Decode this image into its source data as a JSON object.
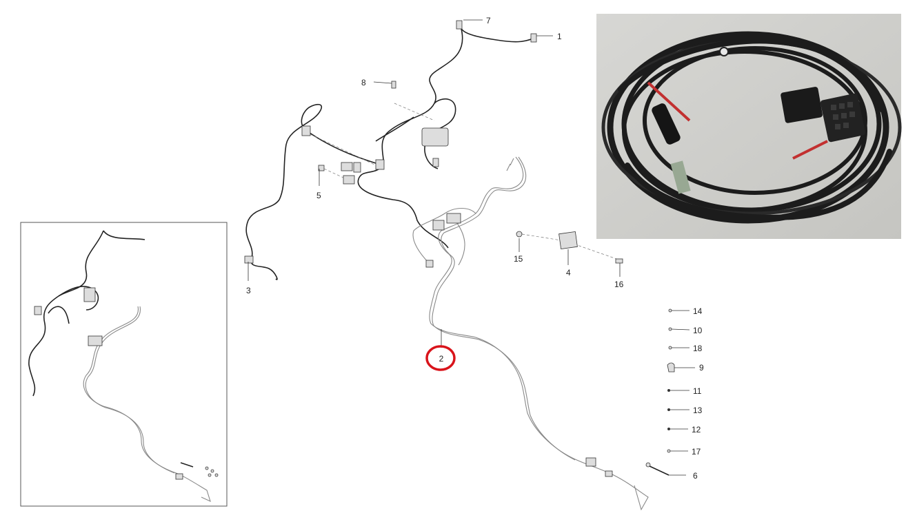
{
  "diagram": {
    "callouts": [
      {
        "id": "c1",
        "label": "1"
      },
      {
        "id": "c2",
        "label": "2",
        "highlighted": true
      },
      {
        "id": "c3",
        "label": "3"
      },
      {
        "id": "c4",
        "label": "4"
      },
      {
        "id": "c5",
        "label": "5"
      },
      {
        "id": "c6",
        "label": "6"
      },
      {
        "id": "c7",
        "label": "7"
      },
      {
        "id": "c8",
        "label": "8"
      },
      {
        "id": "c9",
        "label": "9"
      },
      {
        "id": "c10",
        "label": "10"
      },
      {
        "id": "c11",
        "label": "11"
      },
      {
        "id": "c12",
        "label": "12"
      },
      {
        "id": "c13",
        "label": "13"
      },
      {
        "id": "c14",
        "label": "14"
      },
      {
        "id": "c15",
        "label": "15"
      },
      {
        "id": "c16",
        "label": "16"
      },
      {
        "id": "c17",
        "label": "17"
      },
      {
        "id": "c18",
        "label": "18"
      }
    ],
    "highlight_color": "#d9141b",
    "photo": {
      "subject": "wiring-harness-photo"
    }
  }
}
